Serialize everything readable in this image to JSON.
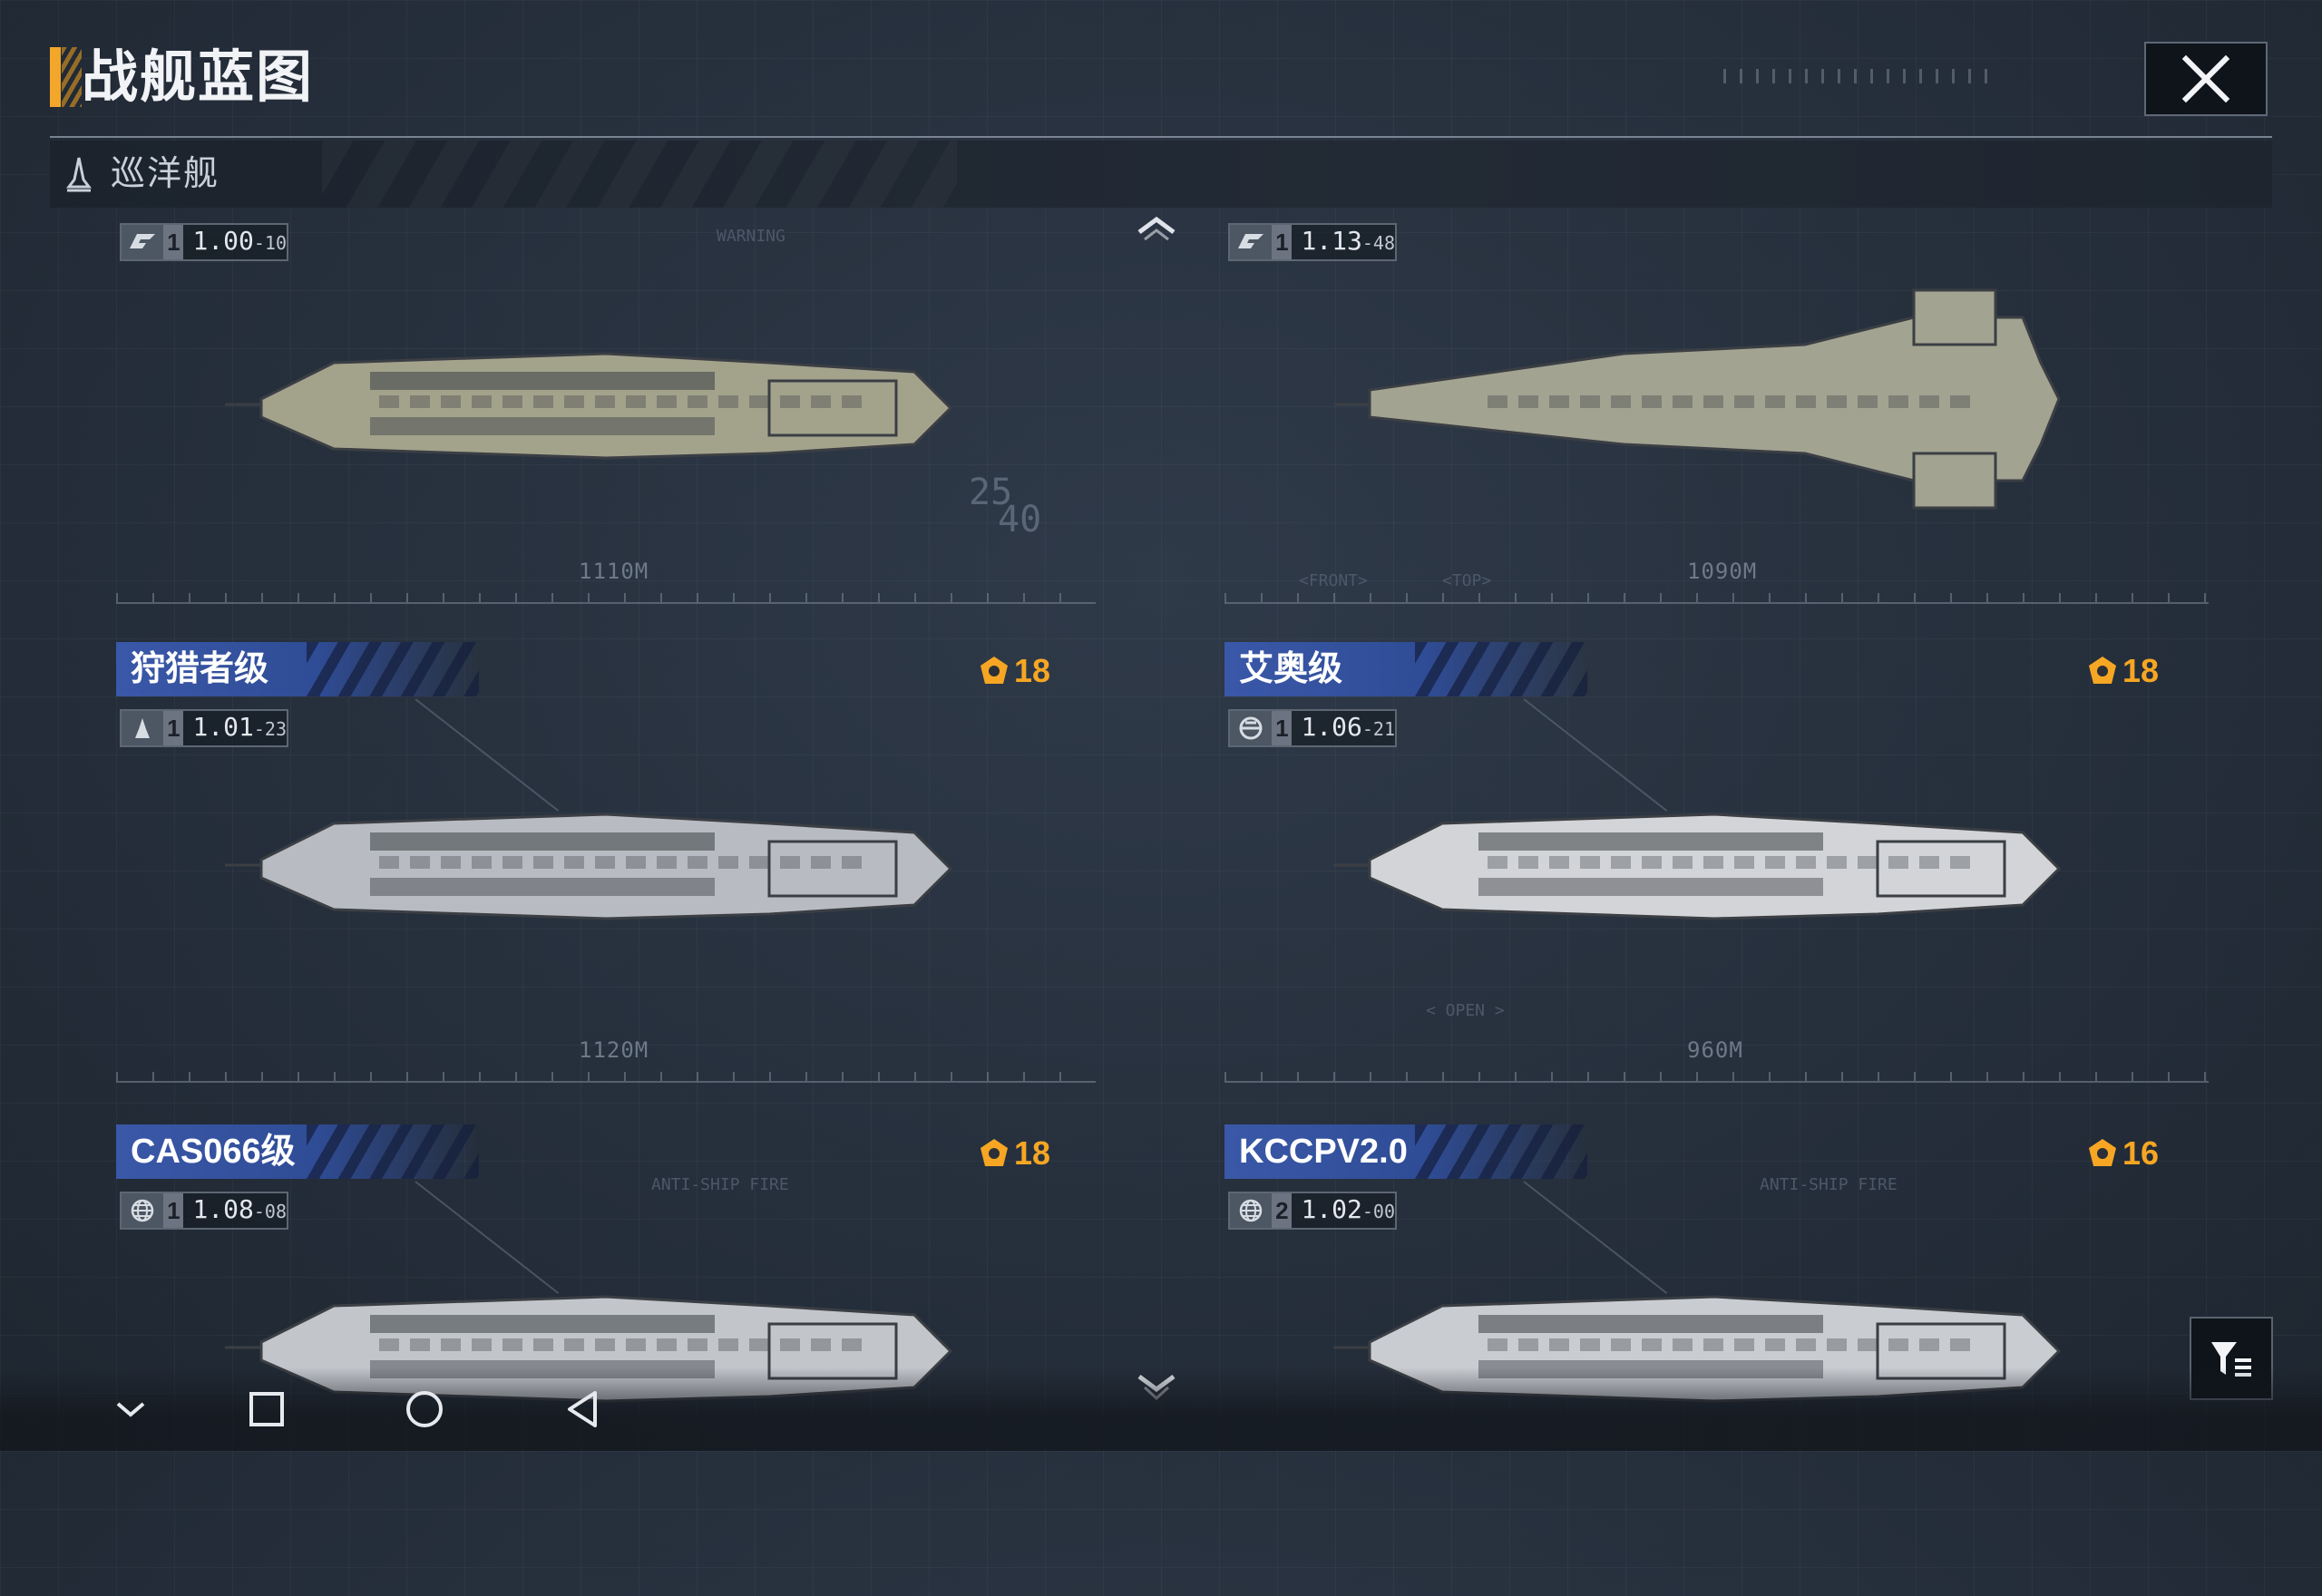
{
  "header": {
    "title": "战舰蓝图",
    "subcategory": "巡洋舰"
  },
  "cards": [
    {
      "name": "",
      "cost": "",
      "stat_level": "1",
      "stat_ver_main": "1.00",
      "stat_ver_sub": "-10",
      "length": "1110M",
      "faction_icon": "faction-a-icon",
      "hull": "#a3a38c"
    },
    {
      "name": "",
      "cost": "",
      "stat_level": "1",
      "stat_ver_main": "1.13",
      "stat_ver_sub": "-48",
      "length": "1090M",
      "faction_icon": "faction-a-icon",
      "hull": "#a2a391"
    },
    {
      "name": "狩猎者级",
      "cost": "18",
      "stat_level": "1",
      "stat_ver_main": "1.01",
      "stat_ver_sub": "-23",
      "length": "1120M",
      "faction_icon": "rocket-icon",
      "hull": "#b8bcc2"
    },
    {
      "name": "艾奥级",
      "cost": "18",
      "stat_level": "1",
      "stat_ver_main": "1.06",
      "stat_ver_sub": "-21",
      "length": "960M",
      "faction_icon": "faction-b-icon",
      "hull": "#d2d4d8"
    },
    {
      "name": "CAS066级",
      "cost": "18",
      "stat_level": "1",
      "stat_ver_main": "1.08",
      "stat_ver_sub": "-08",
      "length": "",
      "faction_icon": "globe-icon",
      "hull": "#c2c5ca"
    },
    {
      "name": "KCCPV2.0",
      "cost": "16",
      "stat_level": "2",
      "stat_ver_main": "1.02",
      "stat_ver_sub": "-00",
      "length": "",
      "faction_icon": "globe-icon",
      "hull": "#c9ccd1"
    }
  ],
  "deco_text": {
    "warning": "WARNING",
    "anti_ship_fire": "ANTI-SHIP FIRE",
    "open": "< OPEN >",
    "front": "<FRONT>",
    "top": "<TOP>",
    "num1": "25",
    "num2": "40"
  },
  "colors": {
    "accent": "#f6a623",
    "plate": "#3a58a8"
  }
}
